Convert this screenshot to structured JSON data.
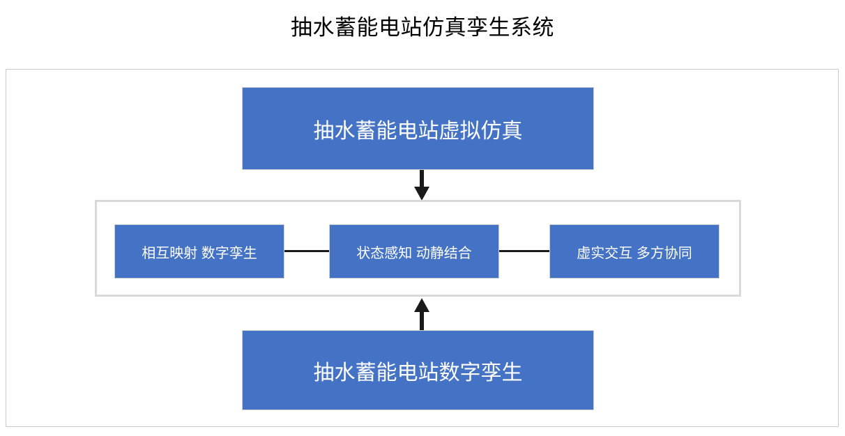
{
  "title": "抽水蓄能电站仿真孪生系统",
  "colors": {
    "node_fill": "#4472C4",
    "node_text": "#ffffff",
    "outer_frame_border": "#c9c9c9",
    "group_box_border": "#d9d9d9",
    "connector": "#1a1a1a",
    "title_text": "#000000",
    "background": "#ffffff"
  },
  "diagram": {
    "top_node": {
      "label": "抽水蓄能电站虚拟仿真"
    },
    "bottom_node": {
      "label": "抽水蓄能电站数字孪生"
    },
    "middle_nodes": [
      {
        "label": "相互映射 数字孪生"
      },
      {
        "label": "状态感知 动静结合"
      },
      {
        "label": "虚实交互 多方协同"
      }
    ],
    "arrows": [
      {
        "name": "arrow-top-to-middle",
        "direction": "down"
      },
      {
        "name": "arrow-bottom-to-middle",
        "direction": "up"
      }
    ],
    "connectors": [
      {
        "name": "connector-node1-node2",
        "direction": "horizontal"
      },
      {
        "name": "connector-node2-node3",
        "direction": "horizontal"
      }
    ]
  }
}
